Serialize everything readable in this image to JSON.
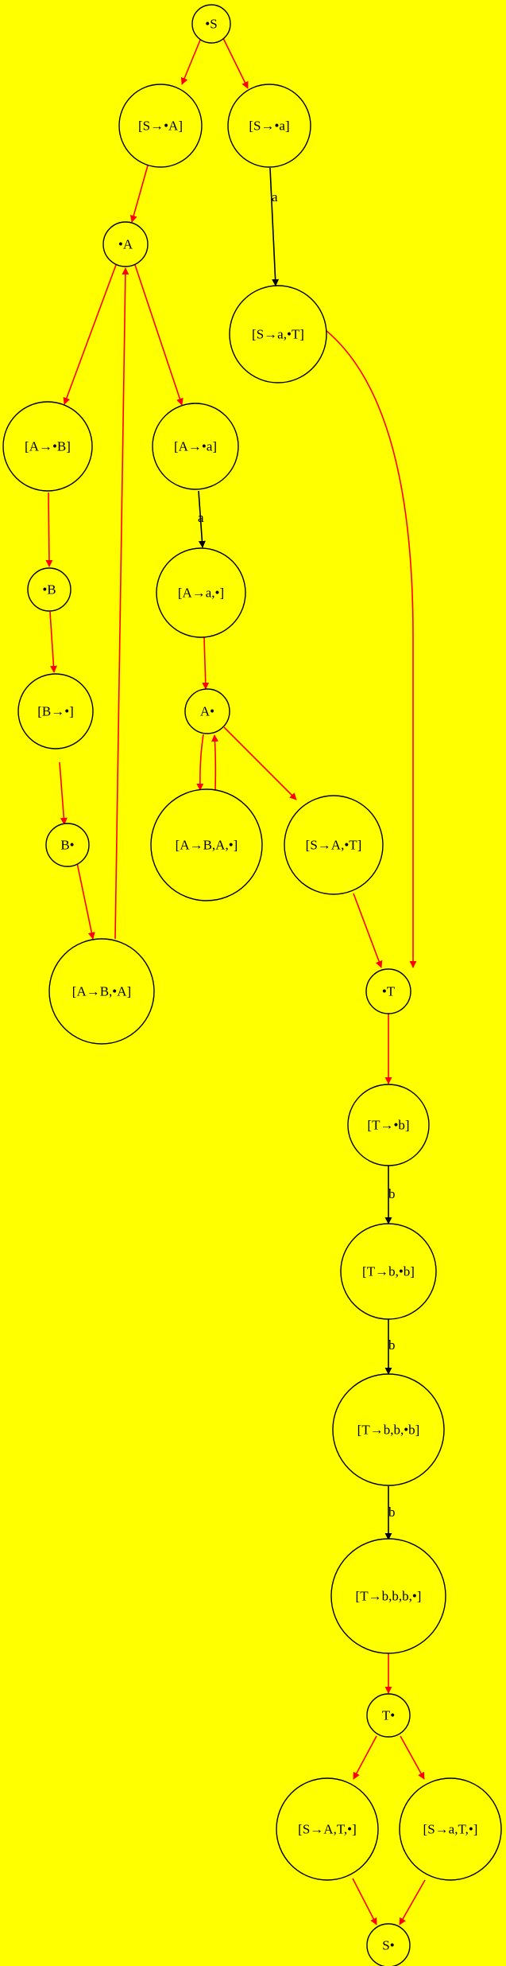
{
  "colors": {
    "background": "#ffff00",
    "node_stroke": "#000000",
    "epsilon_edge": "#ff0000",
    "labeled_edge": "#000000"
  },
  "nodes": {
    "s_start": "•S",
    "s_to_dot_A": "[S→•A]",
    "s_to_dot_a": "[S→•a]",
    "a_start": "•A",
    "s_to_a_dot_T": "[S→a,•T]",
    "a_to_dot_B": "[A→•B]",
    "a_to_dot_a": "[A→•a]",
    "b_start": "•B",
    "a_to_a_dot": "[A→a,•]",
    "b_to_dot": "[B→•]",
    "a_end": "A•",
    "b_end": "B•",
    "a_to_B_A_dot": "[A→B,A,•]",
    "s_to_A_dot_T": "[S→A,•T]",
    "a_to_B_dot_A": "[A→B,•A]",
    "t_start": "•T",
    "t_to_dot_b": "[T→•b]",
    "t_to_b_dot_b": "[T→b,•b]",
    "t_to_b_b_dot_b": "[T→b,b,•b]",
    "t_to_b_b_b_dot": "[T→b,b,b,•]",
    "t_end": "T•",
    "s_to_A_T_dot": "[S→A,T,•]",
    "s_to_a_T_dot": "[S→a,T,•]",
    "s_end": "S•"
  },
  "edge_labels": {
    "a1": "a",
    "a2": "a",
    "b1": "b",
    "b2": "b",
    "b3": "b"
  }
}
